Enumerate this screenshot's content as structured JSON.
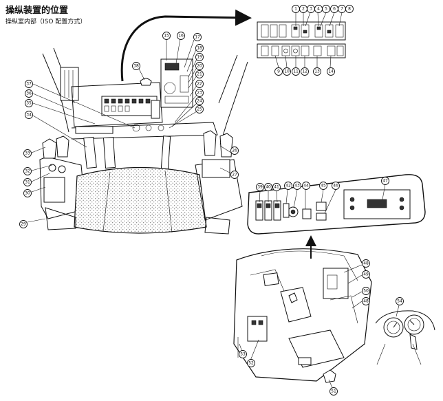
{
  "page": {
    "title": "操纵装置的位置",
    "subtitle": "操纵室内部（ISO 配置方式）"
  },
  "callouts": [
    {
      "id": "c1",
      "label": "1"
    },
    {
      "id": "c2",
      "label": "2"
    },
    {
      "id": "c3",
      "label": "3"
    },
    {
      "id": "c4",
      "label": "4"
    },
    {
      "id": "c5",
      "label": "5"
    },
    {
      "id": "c6",
      "label": "6"
    },
    {
      "id": "c7",
      "label": "7"
    },
    {
      "id": "c8",
      "label": "8"
    },
    {
      "id": "c9",
      "label": "9"
    },
    {
      "id": "c10",
      "label": "10"
    },
    {
      "id": "c11",
      "label": "11"
    },
    {
      "id": "c12",
      "label": "12"
    },
    {
      "id": "c13",
      "label": "13"
    },
    {
      "id": "c14",
      "label": "14"
    },
    {
      "id": "c15",
      "label": "15"
    },
    {
      "id": "c16",
      "label": "16"
    },
    {
      "id": "c17",
      "label": "17"
    },
    {
      "id": "c18",
      "label": "18"
    },
    {
      "id": "c19",
      "label": "19"
    },
    {
      "id": "c20",
      "label": "20"
    },
    {
      "id": "c21",
      "label": "21"
    },
    {
      "id": "c22",
      "label": "22"
    },
    {
      "id": "c23",
      "label": "23"
    },
    {
      "id": "c24",
      "label": "24"
    },
    {
      "id": "c25",
      "label": "25"
    },
    {
      "id": "c26",
      "label": "26"
    },
    {
      "id": "c27",
      "label": "27"
    },
    {
      "id": "c29",
      "label": "29"
    },
    {
      "id": "c30",
      "label": "30"
    },
    {
      "id": "c31",
      "label": "31"
    },
    {
      "id": "c32",
      "label": "32"
    },
    {
      "id": "c33",
      "label": "33"
    },
    {
      "id": "c34",
      "label": "34"
    },
    {
      "id": "c35",
      "label": "35"
    },
    {
      "id": "c36",
      "label": "36"
    },
    {
      "id": "c37",
      "label": "37"
    },
    {
      "id": "c38",
      "label": "38"
    },
    {
      "id": "c39",
      "label": "39"
    },
    {
      "id": "c40",
      "label": "40"
    },
    {
      "id": "c41",
      "label": "41"
    },
    {
      "id": "c42",
      "label": "42"
    },
    {
      "id": "c43",
      "label": "43"
    },
    {
      "id": "c44",
      "label": "44"
    },
    {
      "id": "c45",
      "label": "45"
    },
    {
      "id": "c46",
      "label": "46"
    },
    {
      "id": "c47",
      "label": "47"
    },
    {
      "id": "c48a",
      "label": "48"
    },
    {
      "id": "c49",
      "label": "49"
    },
    {
      "id": "c50",
      "label": "50"
    },
    {
      "id": "c48b",
      "label": "48"
    },
    {
      "id": "c51",
      "label": "51"
    },
    {
      "id": "c52",
      "label": "52"
    },
    {
      "id": "c53",
      "label": "53"
    },
    {
      "id": "c54",
      "label": "54"
    }
  ]
}
